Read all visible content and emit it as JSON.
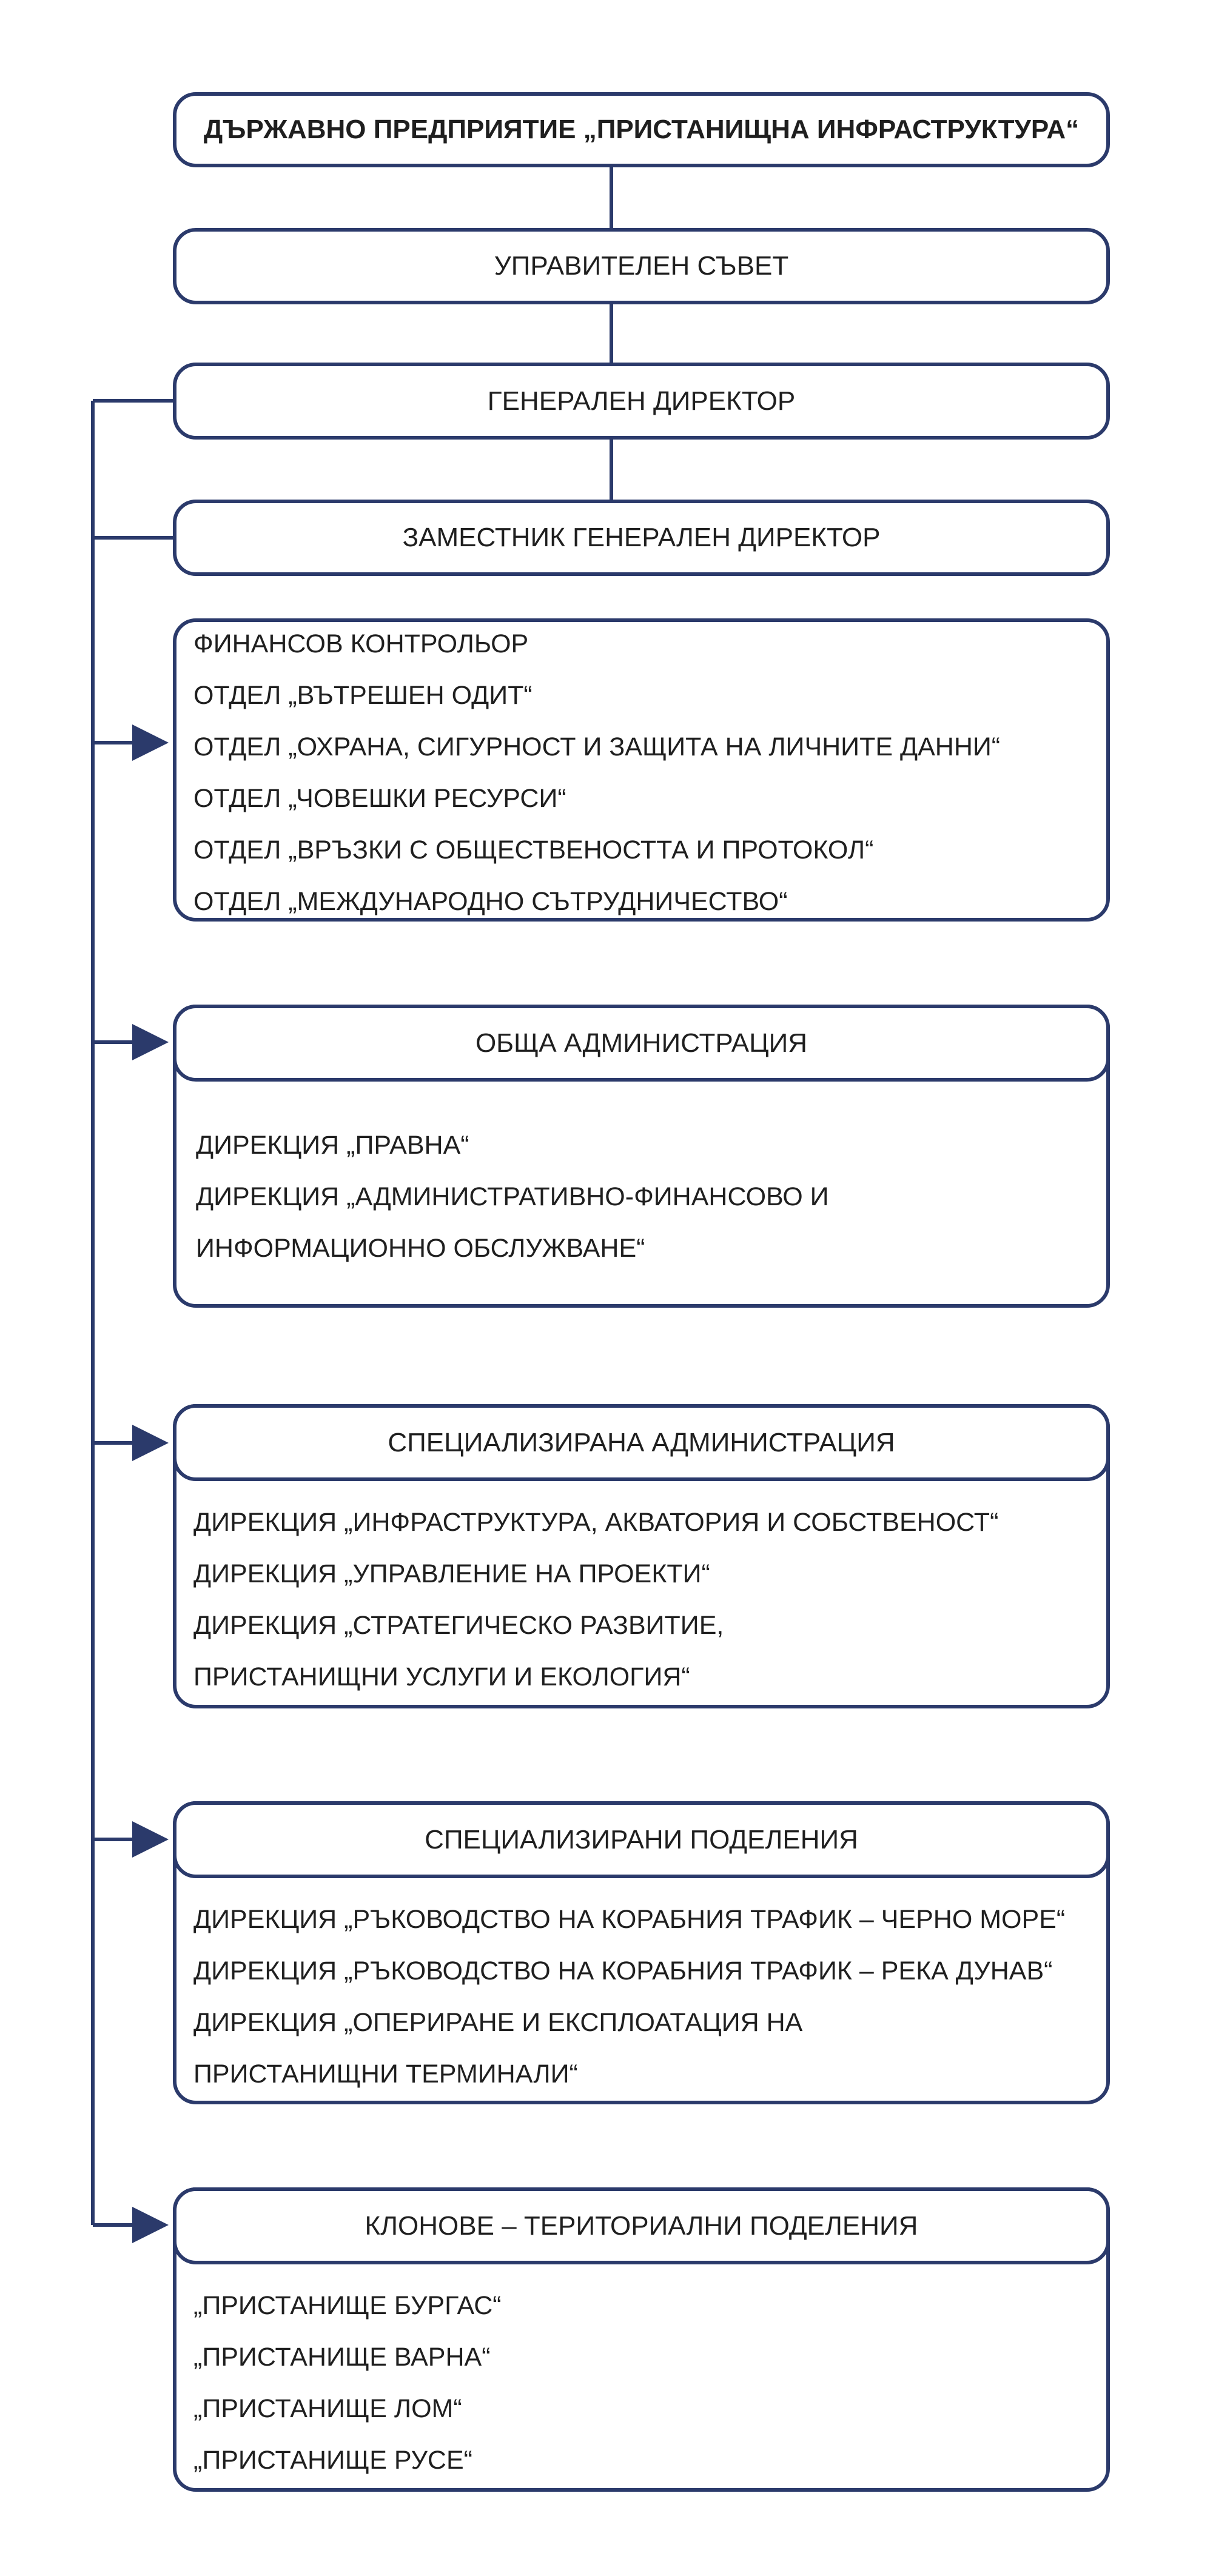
{
  "colors": {
    "border": "#2b3a6b",
    "text": "#1f1f1f",
    "background": "#ffffff"
  },
  "top": {
    "enterprise": "ДЪРЖАВНО ПРЕДПРИЯТИЕ „ПРИСТАНИЩНА ИНФРАСТРУКТУРА“",
    "board": "УПРАВИТЕЛЕН СЪВЕТ",
    "director": "ГЕНЕРАЛЕН ДИРЕКТОР",
    "deputy": "ЗАМЕСТНИК ГЕНЕРАЛЕН ДИРЕКТОР"
  },
  "control": {
    "items": [
      "ФИНАНСОВ КОНТРОЛЬОР",
      "ОТДЕЛ „ВЪТРЕШЕН ОДИТ“",
      "ОТДЕЛ „ОХРАНА, СИГУРНОСТ И ЗАЩИТА НА ЛИЧНИТЕ ДАННИ“",
      "ОТДЕЛ „ЧОВЕШКИ РЕСУРСИ“",
      "ОТДЕЛ „ВРЪЗКИ С ОБЩЕСТВЕНОСТТА И ПРОТОКОЛ“",
      "ОТДЕЛ „МЕЖДУНАРОДНО СЪТРУДНИЧЕСТВО“"
    ]
  },
  "general_admin": {
    "title": "ОБЩА АДМИНИСТРАЦИЯ",
    "items": [
      "ДИРЕКЦИЯ „ПРАВНА“",
      "ДИРЕКЦИЯ „АДМИНИСТРАТИВНО-ФИНАНСОВО И",
      "ИНФОРМАЦИОННО ОБСЛУЖВАНЕ“"
    ]
  },
  "specialized_admin": {
    "title": "СПЕЦИАЛИЗИРАНА АДМИНИСТРАЦИЯ",
    "items": [
      "ДИРЕКЦИЯ „ИНФРАСТРУКТУРА, АКВАТОРИЯ И СОБСТВЕНОСТ“",
      "ДИРЕКЦИЯ „УПРАВЛЕНИЕ НА ПРОЕКТИ“",
      "ДИРЕКЦИЯ „СТРАТЕГИЧЕСКО РАЗВИТИЕ,",
      "ПРИСТАНИЩНИ УСЛУГИ И ЕКОЛОГИЯ“"
    ]
  },
  "specialized_units": {
    "title": "СПЕЦИАЛИЗИРАНИ ПОДЕЛЕНИЯ",
    "items": [
      "ДИРЕКЦИЯ „РЪКОВОДСТВО НА КОРАБНИЯ ТРАФИК – ЧЕРНО МОРЕ“",
      "ДИРЕКЦИЯ „РЪКОВОДСТВО НА КОРАБНИЯ ТРАФИК – РЕКА ДУНАВ“",
      "ДИРЕКЦИЯ „ОПЕРИРАНЕ И ЕКСПЛОАТАЦИЯ НА",
      "ПРИСТАНИЩНИ ТЕРМИНАЛИ“"
    ]
  },
  "branches": {
    "title": "КЛОНОВЕ – ТЕРИТОРИАЛНИ ПОДЕЛЕНИЯ",
    "items": [
      "„ПРИСТАНИЩЕ БУРГАС“",
      "„ПРИСТАНИЩЕ ВАРНА“",
      "„ПРИСТАНИЩЕ ЛОМ“",
      "„ПРИСТАНИЩЕ РУСЕ“"
    ]
  }
}
